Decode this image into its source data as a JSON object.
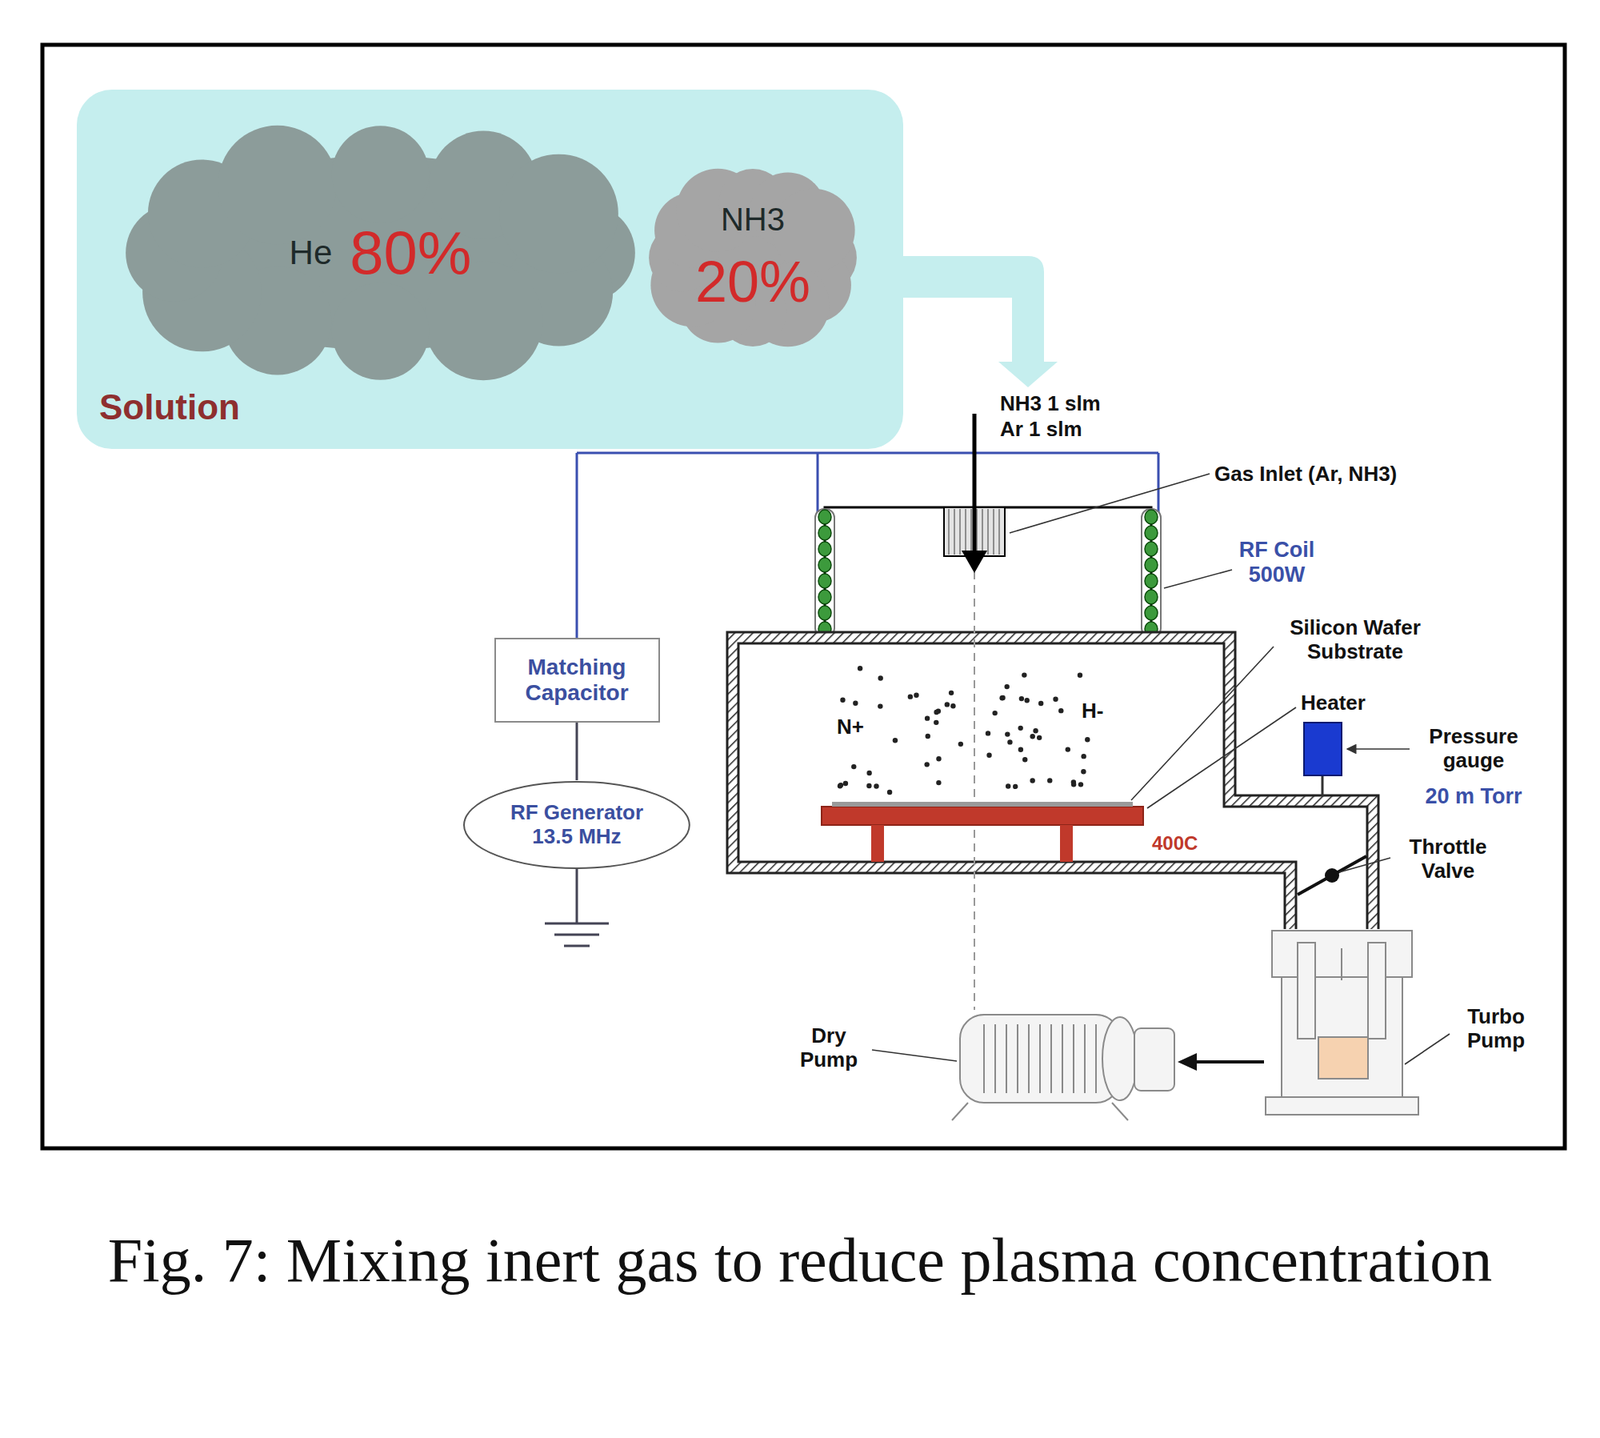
{
  "diagram": {
    "caption": "Fig. 7: Mixing inert gas to reduce plasma concentration",
    "nodes": [
      {
        "text": [
          "Solution"
        ]
      },
      {
        "text": [
          "He",
          "80%"
        ],
        "in": 0
      },
      {
        "text": [
          "NH3",
          "20%"
        ],
        "in": 0
      },
      {
        "text": [
          "Matching Capacitor"
        ]
      },
      {
        "text": [
          "RF Generator 13.5 MHz"
        ]
      }
    ],
    "edges": [
      {
        "from": 3,
        "to": 4,
        "arrow": "none"
      }
    ],
    "labels": [
      "NH3 1 slm",
      "Ar 1 slm",
      "Gas Inlet (Ar, NH3)",
      "RF Coil 500W",
      "Silicon Wafer Substrate",
      "Heater",
      "Pressure gauge",
      "20 m Torr",
      "Throttle Valve",
      "Turbo Pump",
      "Dry Pump",
      "N+",
      "H-",
      "400C"
    ]
  }
}
